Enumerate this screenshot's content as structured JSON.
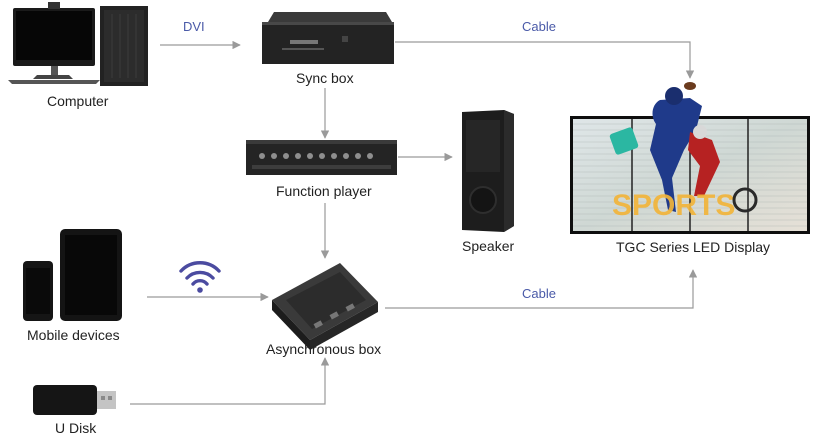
{
  "devices": {
    "computer": "Computer",
    "sync_box": "Sync box",
    "function_player": "Function player",
    "speaker": "Speaker",
    "led_display": "TGC Series LED Display",
    "mobile_devices": "Mobile devices",
    "async_box": "Asynchronous box",
    "u_disk": "U Disk"
  },
  "connections": {
    "dvi": "DVI",
    "cable_top": "Cable",
    "cable_bottom": "Cable"
  },
  "icons": {
    "wifi": "wifi-icon"
  },
  "display_text": "SPORTS",
  "colors": {
    "arrow": "#9a9a9a",
    "connection_label": "#4a5aa8",
    "wifi": "#4b4ba0",
    "device_dark": "#1e1e1e"
  }
}
